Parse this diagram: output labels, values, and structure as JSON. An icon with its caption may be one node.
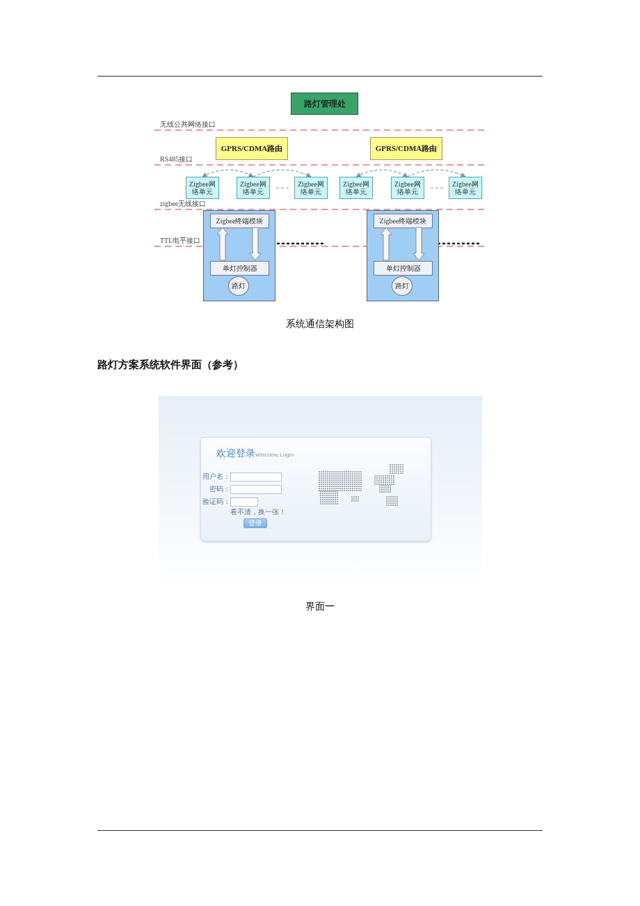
{
  "diagram": {
    "caption": "系统通信架构图",
    "nodes": [
      {
        "text": [
          "路灯管理处"
        ]
      },
      {
        "text": [
          "GPRS/CDMA路由"
        ]
      },
      {
        "text": [
          "GPRS/CDMA路由"
        ]
      },
      {
        "text": [
          "Zigbee网络单元"
        ]
      },
      {
        "text": [
          "Zigbee网络单元"
        ]
      },
      {
        "text": [
          "Zigbee网络单元"
        ]
      },
      {
        "text": [
          "Zigbee网络单元"
        ]
      },
      {
        "text": [
          "Zigbee网络单元"
        ]
      },
      {
        "text": [
          "Zigbee网络单元"
        ]
      },
      {
        "text": [],
        "shape": "box"
      },
      {
        "text": [
          "Zigbee终端模块"
        ],
        "in": 9
      },
      {
        "text": [
          "单灯控制器"
        ],
        "in": 9
      },
      {
        "text": [
          "路灯"
        ],
        "in": 9
      },
      {
        "text": [],
        "shape": "box"
      },
      {
        "text": [
          "Zigbee终端模块"
        ],
        "in": 13
      },
      {
        "text": [
          "单灯控制器"
        ],
        "in": 13
      },
      {
        "text": [
          "路灯"
        ],
        "in": 13
      }
    ],
    "edges": [
      {
        "from": 3,
        "to": 4,
        "arrow": "both",
        "style": "dashed",
        "color": "#7f93b8"
      },
      {
        "from": 4,
        "to": 5,
        "arrow": "to",
        "style": "dashed",
        "color": "#7f93b8"
      },
      {
        "from": 6,
        "to": 7,
        "arrow": "both",
        "style": "dashed",
        "color": "#7f93b8"
      },
      {
        "from": 7,
        "to": 8,
        "arrow": "to",
        "style": "dashed",
        "color": "#7f93b8"
      },
      {
        "from": 11,
        "to": 10,
        "arrow": "to",
        "style": "thick"
      },
      {
        "from": 10,
        "to": 11,
        "arrow": "to",
        "style": "thick"
      },
      {
        "from": 15,
        "to": 14,
        "arrow": "to",
        "style": "thick"
      },
      {
        "from": 14,
        "to": 15,
        "arrow": "to",
        "style": "thick"
      }
    ],
    "labels": [
      "无线公共网络接口",
      "RS485接口",
      "zigbee无线接口",
      "TTL电平接口",
      "路灯方案系统软件界面（参考）",
      "欢迎登录",
      "Welcome Login",
      "用户名：",
      "密码：",
      "验证码：",
      "看不清，换一张！",
      "登录",
      "界面一"
    ]
  }
}
